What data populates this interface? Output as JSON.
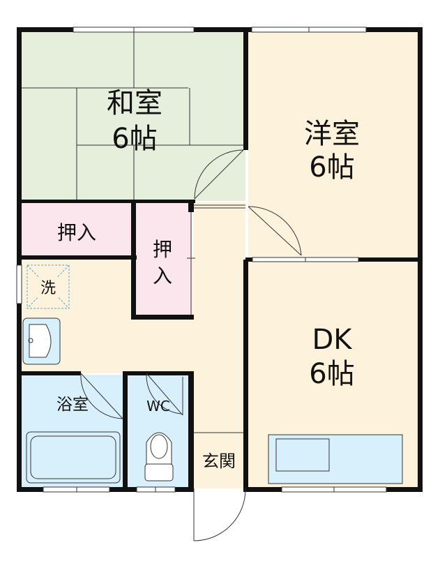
{
  "colors": {
    "washitsu": "#e6eedc",
    "yoshitsu": "#fdf3dc",
    "oshiire": "#fbe6ee",
    "water": "#d7f0fb",
    "wall": "#111111"
  },
  "rooms": {
    "washitsu": {
      "name": "和室",
      "size": "6帖"
    },
    "yoshitsu": {
      "name": "洋室",
      "size": "6帖"
    },
    "dk": {
      "name": "DK",
      "size": "6帖"
    },
    "oshiire_1": {
      "label": "押入"
    },
    "oshiire_2": {
      "label_top": "押",
      "label_bottom": "入"
    },
    "laundry": {
      "label": "洗"
    },
    "bathroom": {
      "label": "浴室"
    },
    "toilet": {
      "label": "WC"
    },
    "entrance": {
      "label": "玄関"
    }
  }
}
